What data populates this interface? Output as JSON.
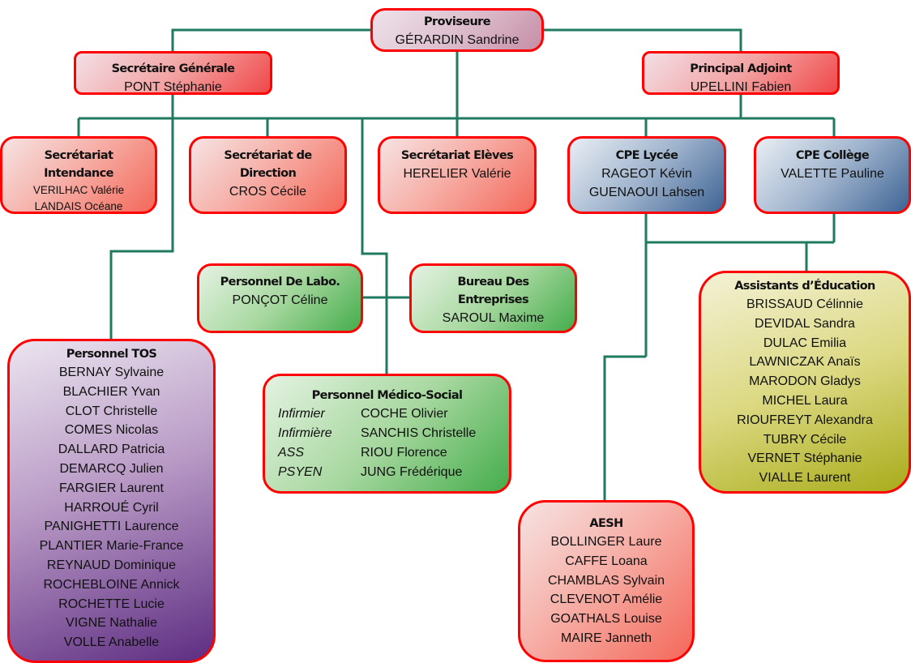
{
  "colors": {
    "connector": "#1f7a60",
    "border": "#ff0000"
  },
  "nodes": {
    "proviseure": {
      "title": "Proviseure",
      "names": [
        "GÉRARDIN Sandrine"
      ]
    },
    "secretaire_generale": {
      "title": "Secrétaire Générale",
      "names": [
        "PONT Stéphanie"
      ]
    },
    "principal_adjoint": {
      "title": "Principal Adjoint",
      "names": [
        "UPELLINI Fabien"
      ]
    },
    "secretariat_intendance": {
      "title": "Secrétariat Intendance",
      "names": [
        "VERILHAC Valérie",
        "LANDAIS Océane"
      ]
    },
    "secretariat_direction": {
      "title": "Secrétariat de Direction",
      "names": [
        "CROS Cécile"
      ]
    },
    "secretariat_eleves": {
      "title": "Secrétariat Elèves",
      "names": [
        "HERELIER Valérie"
      ]
    },
    "cpe_lycee": {
      "title": "CPE Lycée",
      "names": [
        "RAGEOT Kévin",
        "GUENAOUI Lahsen"
      ]
    },
    "cpe_college": {
      "title": "CPE Collège",
      "names": [
        "VALETTE Pauline"
      ]
    },
    "personnel_labo": {
      "title": "Personnel De Labo.",
      "names": [
        "PONÇOT Céline"
      ]
    },
    "bureau_entreprises": {
      "title": "Bureau Des Entreprises",
      "names": [
        "SAROUL Maxime"
      ]
    },
    "personnel_medico_social": {
      "title": "Personnel Médico-Social",
      "rows": [
        {
          "role": "Infirmier",
          "name": "COCHE Olivier"
        },
        {
          "role": "Infirmière",
          "name": "SANCHIS Christelle"
        },
        {
          "role": "ASS",
          "name": "RIOU Florence"
        },
        {
          "role": "PSYEN",
          "name": "JUNG Frédérique"
        }
      ]
    },
    "personnel_tos": {
      "title": "Personnel TOS",
      "names": [
        "BERNAY Sylvaine",
        "BLACHIER Yvan",
        "CLOT Christelle",
        "COMES Nicolas",
        "DALLARD Patricia",
        "DEMARCQ Julien",
        "FARGIER Laurent",
        "HARROUÉ Cyril",
        "PANIGHETTI Laurence",
        "PLANTIER Marie-France",
        "REYNAUD Dominique",
        "ROCHEBLOINE Annick",
        "ROCHETTE Lucie",
        "VIGNE Nathalie",
        "VOLLE Anabelle"
      ]
    },
    "assistants_education": {
      "title": "Assistants d’Éducation",
      "names": [
        "BRISSAUD Célinnie",
        "DEVIDAL Sandra",
        "DULAC Emilia",
        "LAWNICZAK Anaïs",
        "MARODON Gladys",
        "MICHEL Laura",
        "RIOUFREYT Alexandra",
        "TUBRY Cécile",
        "VERNET Stéphanie",
        "VIALLE Laurent"
      ]
    },
    "aesh": {
      "title": "AESH",
      "names": [
        "BOLLINGER Laure",
        "CAFFE Loana",
        "CHAMBLAS Sylvain",
        "CLEVENOT Amélie",
        "GOATHALS Louise",
        "MAIRE Janneth"
      ]
    }
  }
}
